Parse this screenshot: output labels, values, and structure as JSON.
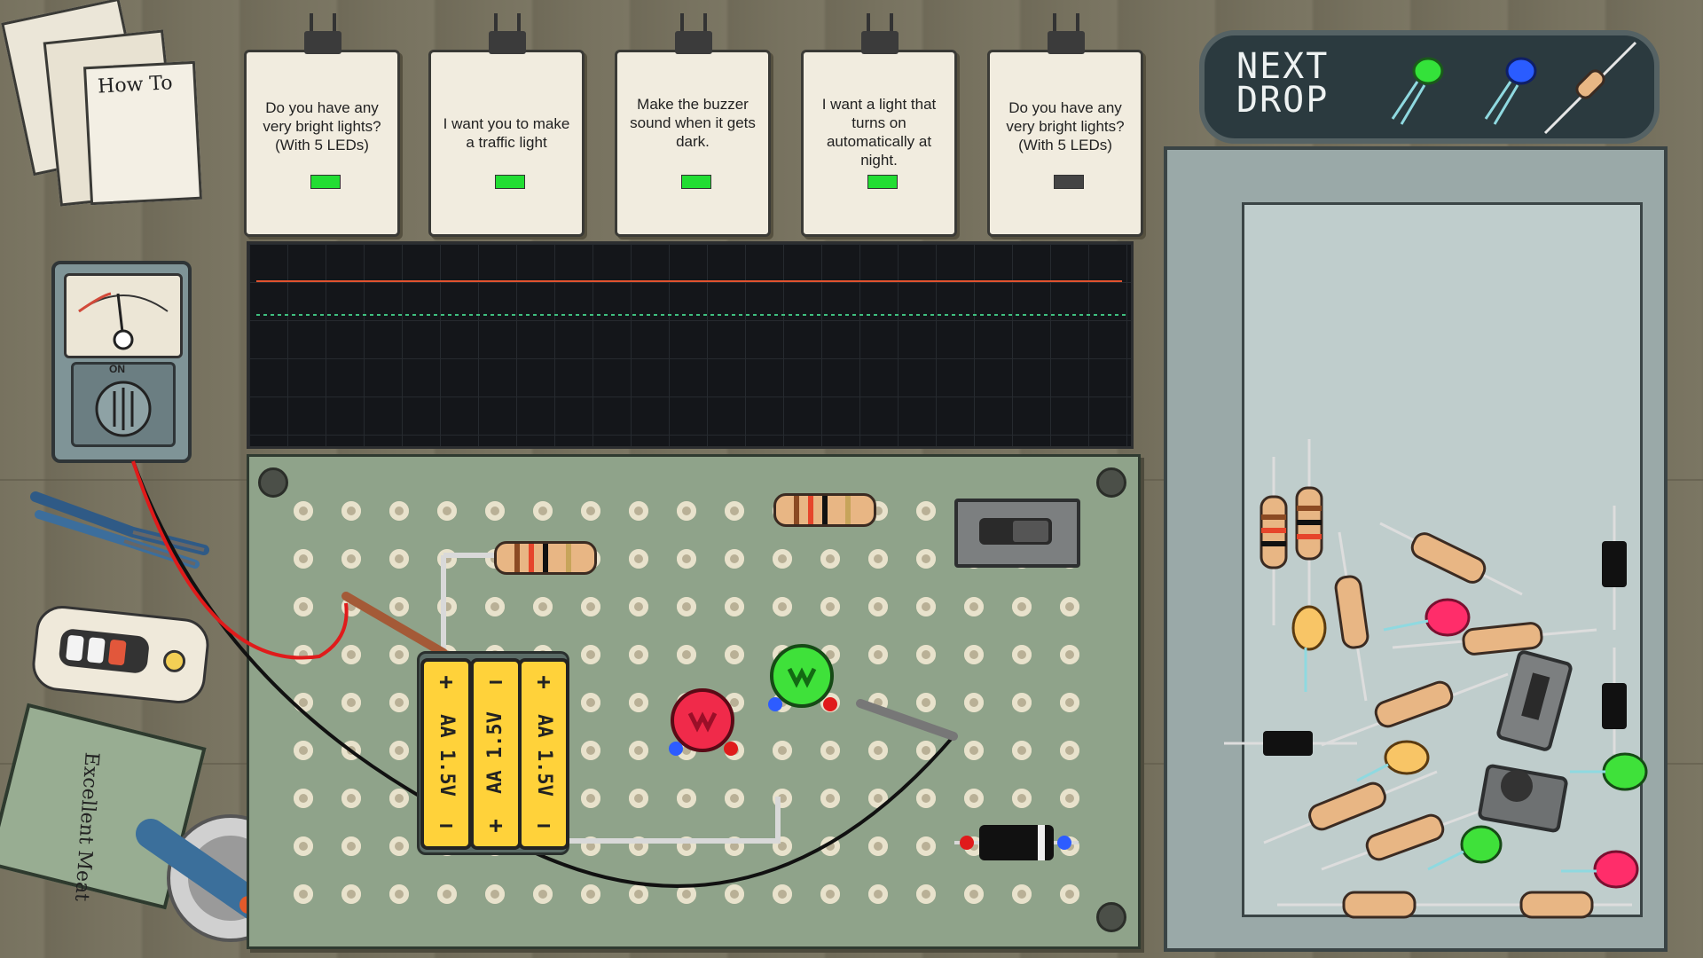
{
  "requests": [
    {
      "text": "Do you have any very bright lights? (With 5 LEDs)",
      "status_color": "#22dd33"
    },
    {
      "text": "I want you to make a traffic light",
      "status_color": "#22dd33"
    },
    {
      "text": "Make the buzzer sound when it gets dark.",
      "status_color": "#22dd33"
    },
    {
      "text": "I want a light that turns on automatically at night.",
      "status_color": "#22dd33"
    },
    {
      "text": "Do you have any very bright lights? (With 5 LEDs)",
      "status_color": "#444444"
    }
  ],
  "how_to": {
    "label": "How To"
  },
  "next_drop": {
    "label": "NEXT DROP",
    "items": [
      "green-led-icon",
      "blue-led-icon",
      "resistor-icon"
    ]
  },
  "batteries": [
    {
      "label": "AA 1.5V",
      "top": "+",
      "bottom": "−"
    },
    {
      "label": "AA 1.5V",
      "top": "−",
      "bottom": "+"
    },
    {
      "label": "AA 1.5V",
      "top": "+",
      "bottom": "−"
    }
  ],
  "scope": {
    "trace1_color": "#e0522f",
    "trace2_color": "#3fbf7f"
  },
  "can": {
    "label": "Excellent Meat"
  },
  "multimeter": {
    "label": "ON"
  },
  "colors": {
    "board": "#8fa38a",
    "wood": "#75705f",
    "bin": "#bfcdcc"
  }
}
